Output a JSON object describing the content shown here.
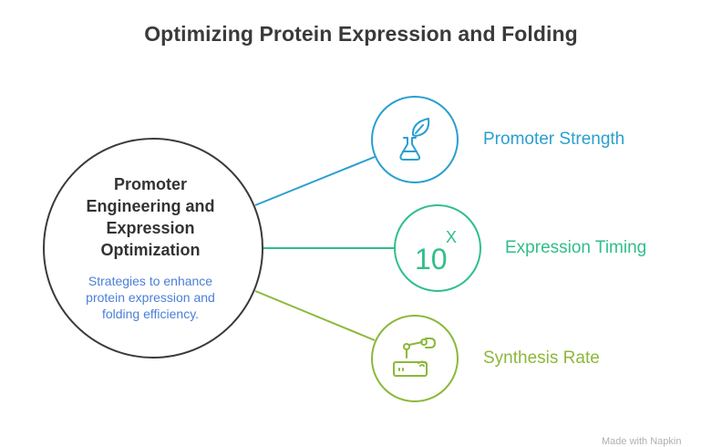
{
  "title": "Optimizing Protein Expression and Folding",
  "center": {
    "title_lines": [
      "Promoter",
      "Engineering and",
      "Expression",
      "Optimization"
    ],
    "description_lines": [
      "Strategies to enhance",
      "protein expression and",
      "folding efficiency."
    ]
  },
  "branches": [
    {
      "label": "Promoter Strength",
      "icon": "flask-leaf-icon",
      "color": "#2a9fd0"
    },
    {
      "label": "Expression Timing",
      "icon": "ten-x-icon",
      "icon_text_base": "10",
      "icon_text_sup": "X",
      "color": "#2fbf8a"
    },
    {
      "label": "Synthesis Rate",
      "icon": "robot-arm-icon",
      "color": "#8cb83a"
    }
  ],
  "footer": "Made with  Napkin"
}
